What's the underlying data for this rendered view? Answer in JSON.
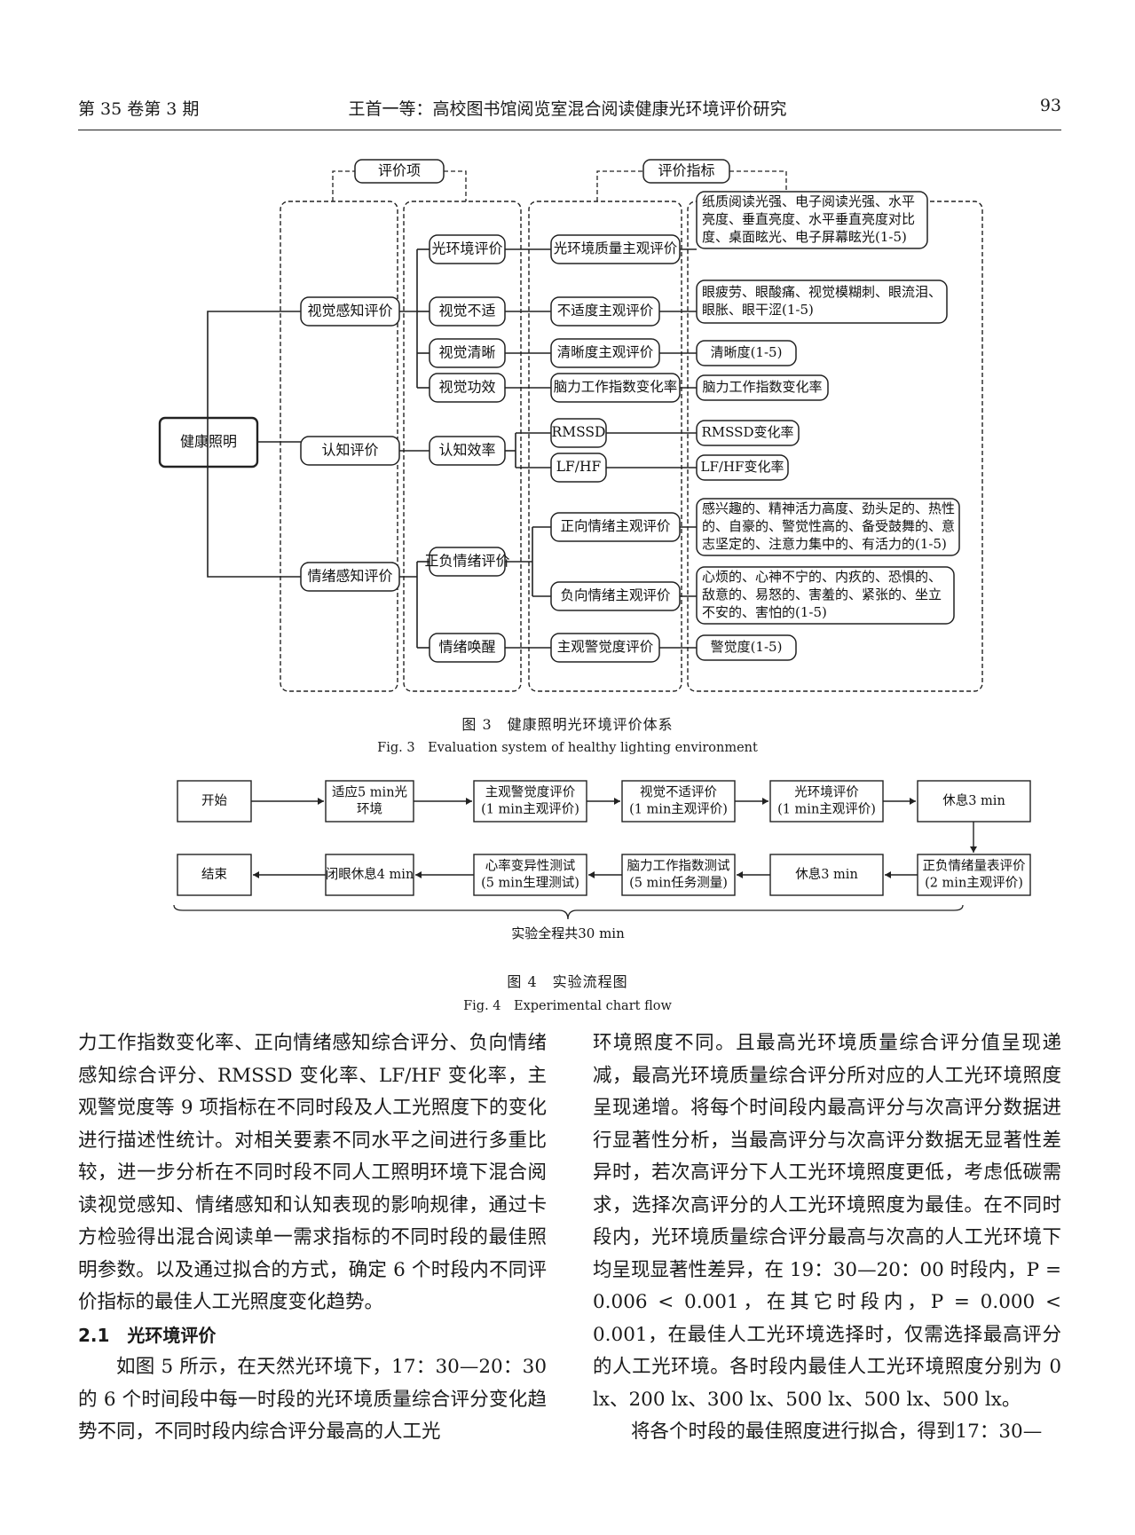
{
  "header": {
    "left": "第 35 卷第 3 期",
    "center": "王首一等：高校图书馆阅览室混合阅读健康光环境评价研究",
    "page": "93"
  },
  "fig3": {
    "label_items": "评价项",
    "label_indicators": "评价指标",
    "root": "健康照明",
    "l1": [
      "视觉感知评价",
      "认知评价",
      "情绪感知评价"
    ],
    "l2": [
      "光环境评价",
      "视觉不适",
      "视觉清晰",
      "视觉功效",
      "认知效率",
      "正负情绪评价",
      "情绪唤醒"
    ],
    "l3": [
      "光环境质量主观评价",
      "不适度主观评价",
      "清晰度主观评价",
      "脑力工作指数变化率",
      "RMSSD",
      "LF/HF",
      "正向情绪主观评价",
      "负向情绪主观评价",
      "主观警觉度评价"
    ],
    "l4": [
      [
        "纸质阅读光强、电子阅读光强、水平",
        "亮度、垂直亮度、水平垂直亮度对比",
        "度、桌面眩光、电子屏幕眩光(1-5)"
      ],
      [
        "眼疲劳、眼酸痛、视觉模糊刺、眼流泪、",
        "眼胀、眼干涩(1-5)"
      ],
      [
        "清晰度(1-5)"
      ],
      [
        "脑力工作指数变化率"
      ],
      [
        "RMSSD变化率"
      ],
      [
        "LF/HF变化率"
      ],
      [
        "感兴趣的、精神活力高度、劲头足的、热性",
        "的、自豪的、警觉性高的、备受鼓舞的、意",
        "志坚定的、注意力集中的、有活力的(1-5)"
      ],
      [
        "心烦的、心神不宁的、内疚的、恐惧的、",
        "敌意的、易怒的、害羞的、紧张的、坐立",
        "不安的、害怕的(1-5)"
      ],
      [
        "警觉度(1-5)"
      ]
    ],
    "caption_cn": "图 3　健康照明光环境评价体系",
    "caption_en": "Fig. 3　Evaluation system of healthy lighting environment"
  },
  "fig4": {
    "row1": [
      [
        "开始"
      ],
      [
        "适应5 min光",
        "环境"
      ],
      [
        "主观警觉度评价",
        "(1 min主观评价)"
      ],
      [
        "视觉不适评价",
        "(1 min主观评价)"
      ],
      [
        "光环境评价",
        "(1 min主观评价)"
      ],
      [
        "休息3 min"
      ]
    ],
    "row2": [
      [
        "结束"
      ],
      [
        "闭眼休息4 min"
      ],
      [
        "心率变异性测试",
        "(5 min生理测试)"
      ],
      [
        "脑力工作指数测试",
        "(5 min任务测量)"
      ],
      [
        "休息3 min"
      ],
      [
        "正负情绪量表评价",
        "(2 min主观评价)"
      ]
    ],
    "total": "实验全程共30 min",
    "caption_cn": "图 4　实验流程图",
    "caption_en": "Fig. 4　Experimental chart flow"
  },
  "left_col": {
    "p1": "力工作指数变化率、正向情绪感知综合评分、负向情绪感知综合评分、RMSSD 变化率、LF/HF 变化率，主观警觉度等 9 项指标在不同时段及人工光照度下的变化进行描述性统计。对相关要素不同水平之间进行多重比较，进一步分析在不同时段不同人工照明环境下混合阅读视觉感知、情绪感知和认知表现的影响规律，通过卡方检验得出混合阅读单一需求指标的不同时段的最佳照明参数。以及通过拟合的方式，确定 6 个时段内不同评价指标的最佳人工光照度变化趋势。",
    "section": "2.1　光环境评价",
    "p2": "如图 5 所示，在天然光环境下，17：30—20：30 的 6 个时间段中每一时段的光环境质量综合评分变化趋势不同，不同时段内综合评分最高的人工光"
  },
  "right_col": {
    "p1": "环境照度不同。且最高光环境质量综合评分值呈现递减，最高光环境质量综合评分所对应的人工光环境照度呈现递增。将每个时间段内最高评分与次高评分数据进行显著性分析，当最高评分与次高评分数据无显著性差异时，若次高评分下人工光环境照度更低，考虑低碳需求，选择次高评分的人工光环境照度为最佳。在不同时段内，光环境质量综合评分最高与次高的人工光环境下均呈现显著性差异，在 19：30—20：00 时段内，P = 0.006 < 0.001，在其它时段内，P = 0.000 < 0.001，在最佳人工光环境选择时，仅需选择最高评分的人工光环境。各时段内最佳人工光环境照度分别为 0 lx、200 lx、300 lx、500 lx、500 lx、500 lx。",
    "p2": "将各个时段的最佳照度进行拟合，得到17：30—"
  }
}
